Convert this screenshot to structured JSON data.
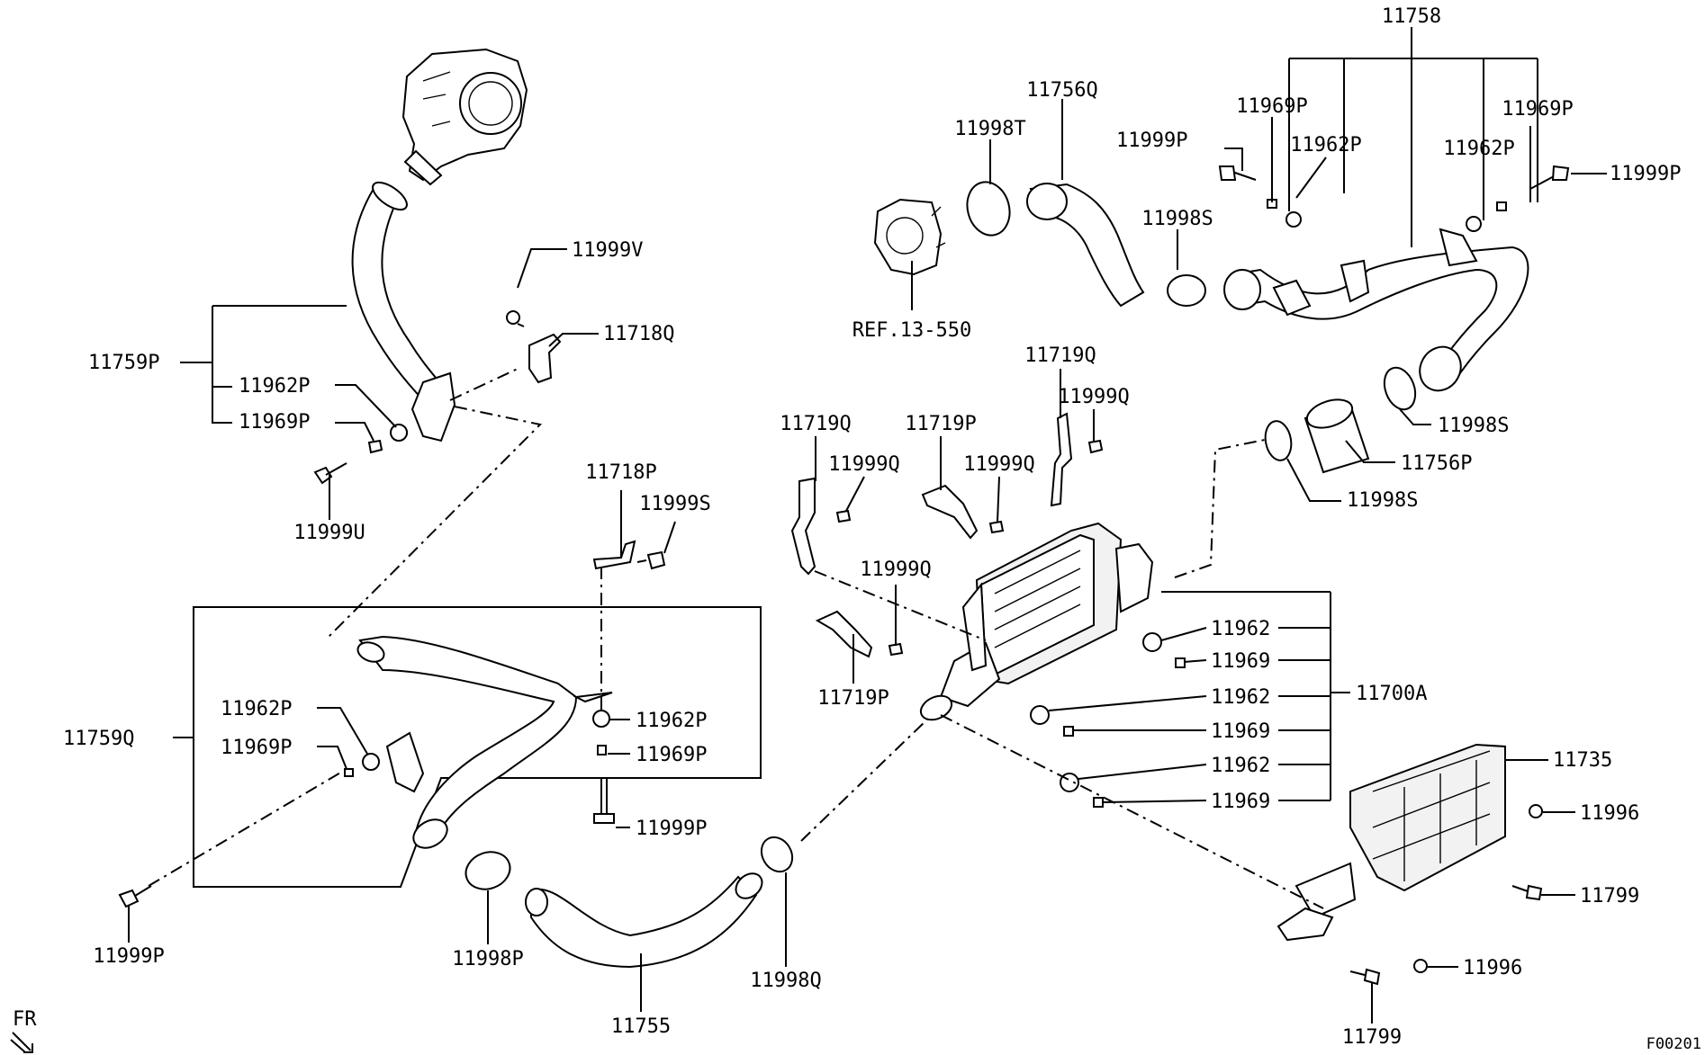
{
  "diagram": {
    "labels": {
      "l11758": "11758",
      "l11756Q": "11756Q",
      "l11998T": "11998T",
      "l11969P_a": "11969P",
      "l11969P_b": "11969P",
      "l11999P_a": "11999P",
      "l11962P_a": "11962P",
      "l11962P_b": "11962P",
      "l11999P_b": "11999P",
      "l11998S_a": "11998S",
      "l11999V": "11999V",
      "l11718Q": "11718Q",
      "lREF": "REF.13-550",
      "l11759P": "11759P",
      "l11962P_c": "11962P",
      "l11969P_c": "11969P",
      "l11719Q_a": "11719Q",
      "l11999Q_a": "11999Q",
      "l11998S_b": "11998S",
      "l11756P": "11756P",
      "l11999U": "11999U",
      "l11718P": "11718P",
      "l11999S": "11999S",
      "l11719Q_b": "11719Q",
      "l11999Q_b": "11999Q",
      "l11719P_a": "11719P",
      "l11999Q_c": "11999Q",
      "l11998S_c": "11998S",
      "l11999Q_d": "11999Q",
      "l11962_a": "11962",
      "l11969_a": "11969",
      "l11700A": "11700A",
      "l11962_b": "11962",
      "l11969_b": "11969",
      "l11962_c": "11962",
      "l11969_c": "11969",
      "l11719P_b": "11719P",
      "l11962P_d": "11962P",
      "l11969P_d": "11969P",
      "l11759Q": "11759Q",
      "l11962P_e": "11962P",
      "l11969P_e": "11969P",
      "l11999P_c": "11999P",
      "l11735": "11735",
      "l11996_a": "11996",
      "l11799_a": "11799",
      "l11996_b": "11996",
      "l11799_b": "11799",
      "l11999P_d": "11999P",
      "l11998P": "11998P",
      "l11755": "11755",
      "l11998Q": "11998Q",
      "lFR": "FR",
      "lCode": "F00201"
    }
  }
}
